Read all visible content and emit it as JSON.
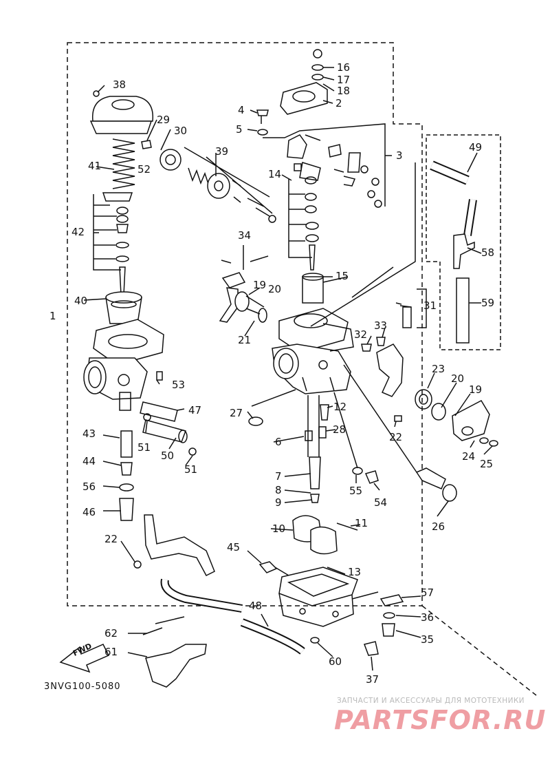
{
  "part_labels": [
    "1",
    "2",
    "3",
    "4",
    "5",
    "6",
    "7",
    "8",
    "9",
    "10",
    "11",
    "12",
    "13",
    "14",
    "15",
    "16",
    "17",
    "18",
    "19",
    "19",
    "20",
    "20",
    "21",
    "22",
    "22",
    "23",
    "24",
    "25",
    "26",
    "27",
    "28",
    "29",
    "30",
    "31",
    "32",
    "33",
    "34",
    "35",
    "36",
    "37",
    "38",
    "39",
    "40",
    "41",
    "42",
    "43",
    "44",
    "45",
    "46",
    "47",
    "48",
    "49",
    "50",
    "51",
    "51",
    "52",
    "53",
    "54",
    "55",
    "56",
    "57",
    "58",
    "59",
    "60",
    "61",
    "62"
  ],
  "diagram_code": "3NVG100-5080",
  "fwd_label": "FWD",
  "watermark": {
    "caption": "ЗАПЧАСТИ И АКСЕССУАРЫ ДЛЯ МОТОТЕХНИКИ",
    "logo": "PARTSFOR.RU",
    "color": "#ef9ea3"
  }
}
